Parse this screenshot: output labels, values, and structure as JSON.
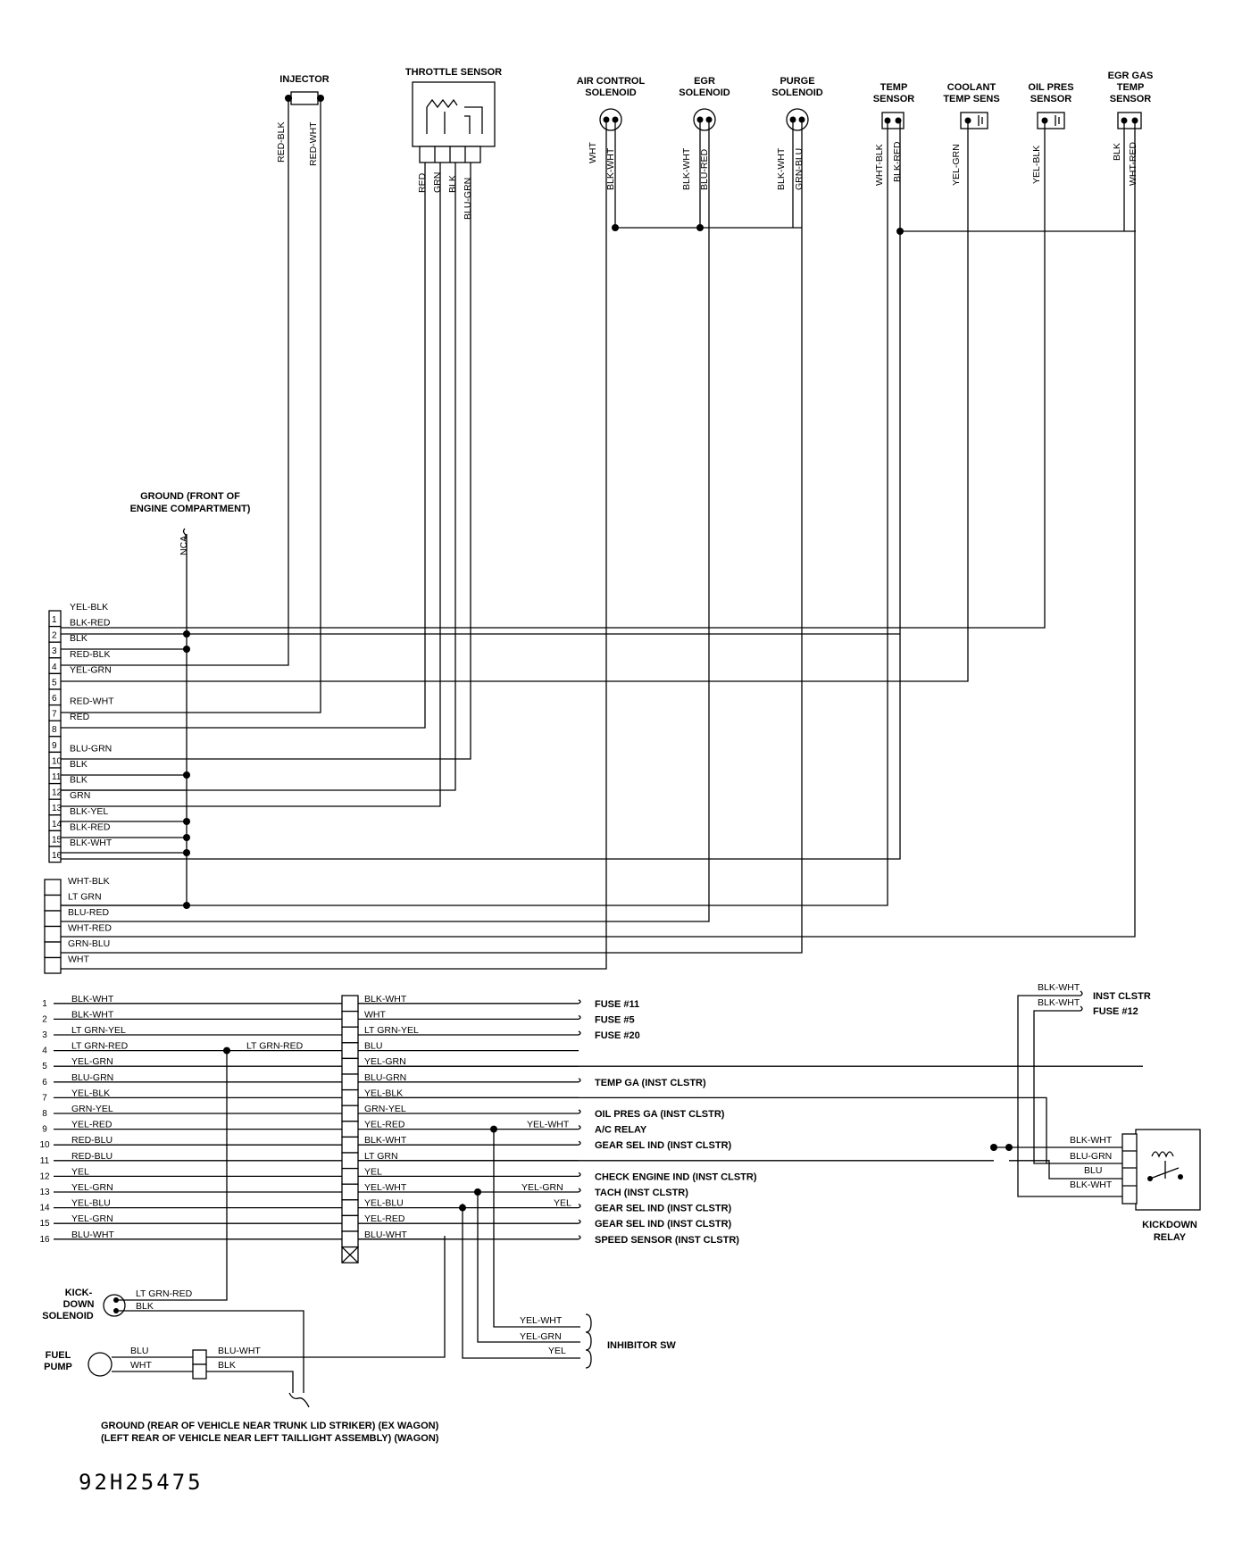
{
  "components": {
    "injector": "INJECTOR",
    "throttle_sensor": "THROTTLE SENSOR",
    "air_control_1": "AIR CONTROL",
    "air_control_2": "SOLENOID",
    "egr_1": "EGR",
    "egr_2": "SOLENOID",
    "purge_1": "PURGE",
    "purge_2": "SOLENOID",
    "temp_1": "TEMP",
    "temp_2": "SENSOR",
    "coolant_1": "COOLANT",
    "coolant_2": "TEMP SENS",
    "oilpres_1": "OIL PRES",
    "oilpres_2": "SENSOR",
    "egrgas_1": "EGR GAS",
    "egrgas_2": "TEMP",
    "egrgas_3": "SENSOR",
    "ground_front_1": "GROUND (FRONT OF",
    "ground_front_2": "ENGINE COMPARTMENT)",
    "nca": "NCA",
    "kickdown_relay_1": "KICKDOWN",
    "kickdown_relay_2": "RELAY",
    "kickdown_sol_1": "KICK-",
    "kickdown_sol_2": "DOWN",
    "kickdown_sol_3": "SOLENOID",
    "fuel_pump_1": "FUEL",
    "fuel_pump_2": "PUMP",
    "inhibitor": "INHIBITOR SW",
    "ground_rear_1": "GROUND (REAR OF VEHICLE NEAR TRUNK LID STRIKER) (EX WAGON)",
    "ground_rear_2": "(LEFT REAR OF VEHICLE NEAR LEFT TAILLIGHT ASSEMBLY) (WAGON)",
    "figure_code": "92H25475"
  },
  "top_wires": {
    "injector": [
      "RED-BLK",
      "RED-WHT"
    ],
    "throttle": [
      "RED",
      "GRN",
      "BLK",
      "BLU-GRN"
    ],
    "air_control": [
      "WHT",
      "BLK-WHT"
    ],
    "egr": [
      "BLK-WHT",
      "BLU-RED"
    ],
    "purge": [
      "BLK-WHT",
      "GRN-BLU"
    ],
    "temp": [
      "WHT-BLK",
      "BLK-RED"
    ],
    "coolant": [
      "YEL-GRN"
    ],
    "oilpres": [
      "YEL-BLK"
    ],
    "egrgas": [
      "BLK",
      "WHT-RED"
    ]
  },
  "connector_a": [
    {
      "pin": "1",
      "wire": "YEL-BLK"
    },
    {
      "pin": "2",
      "wire": "BLK-RED"
    },
    {
      "pin": "3",
      "wire": "BLK"
    },
    {
      "pin": "4",
      "wire": "RED-BLK"
    },
    {
      "pin": "5",
      "wire": "YEL-GRN"
    },
    {
      "pin": "6",
      "wire": ""
    },
    {
      "pin": "7",
      "wire": "RED-WHT"
    },
    {
      "pin": "8",
      "wire": "RED"
    },
    {
      "pin": "9",
      "wire": ""
    },
    {
      "pin": "10",
      "wire": "BLU-GRN"
    },
    {
      "pin": "11",
      "wire": "BLK"
    },
    {
      "pin": "12",
      "wire": "BLK"
    },
    {
      "pin": "13",
      "wire": "GRN"
    },
    {
      "pin": "14",
      "wire": "BLK-YEL"
    },
    {
      "pin": "15",
      "wire": "BLK-RED"
    },
    {
      "pin": "16",
      "wire": "BLK-WHT"
    }
  ],
  "connector_b": [
    "WHT-BLK",
    "LT GRN",
    "BLU-RED",
    "WHT-RED",
    "GRN-BLU",
    "WHT"
  ],
  "connector_c": [
    {
      "pin": "1",
      "left": "BLK-WHT",
      "right": "BLK-WHT",
      "dest": "FUSE #11"
    },
    {
      "pin": "2",
      "left": "BLK-WHT",
      "right": "WHT",
      "dest": "FUSE #5"
    },
    {
      "pin": "3",
      "left": "LT GRN-YEL",
      "right": "LT GRN-YEL",
      "dest": "FUSE #20"
    },
    {
      "pin": "4",
      "left": "LT GRN-RED",
      "mid": "LT GRN-RED",
      "right": "BLU",
      "dest": ""
    },
    {
      "pin": "5",
      "left": "YEL-GRN",
      "right": "YEL-GRN",
      "dest": ""
    },
    {
      "pin": "6",
      "left": "BLU-GRN",
      "right": "BLU-GRN",
      "dest": "TEMP GA (INST CLSTR)"
    },
    {
      "pin": "7",
      "left": "YEL-BLK",
      "right": "YEL-BLK",
      "dest": ""
    },
    {
      "pin": "8",
      "left": "GRN-YEL",
      "right": "GRN-YEL",
      "dest": "OIL PRES GA (INST CLSTR)"
    },
    {
      "pin": "9",
      "left": "YEL-RED",
      "right": "YEL-RED",
      "mid": "YEL-WHT",
      "dest": "A/C RELAY"
    },
    {
      "pin": "10",
      "left": "RED-BLU",
      "right": "BLK-WHT",
      "dest": "GEAR SEL IND (INST CLSTR)"
    },
    {
      "pin": "11",
      "left": "RED-BLU",
      "right": "LT GRN",
      "dest": ""
    },
    {
      "pin": "12",
      "left": "YEL",
      "right": "YEL",
      "dest": "CHECK ENGINE IND (INST CLSTR)"
    },
    {
      "pin": "13",
      "left": "YEL-GRN",
      "right": "YEL-WHT",
      "mid": "YEL-GRN",
      "dest": "TACH (INST CLSTR)"
    },
    {
      "pin": "14",
      "left": "YEL-BLU",
      "right": "YEL-BLU",
      "mid": "YEL",
      "dest": "GEAR SEL IND (INST CLSTR)"
    },
    {
      "pin": "15",
      "left": "YEL-GRN",
      "right": "YEL-RED",
      "dest": "GEAR SEL IND (INST CLSTR)"
    },
    {
      "pin": "16",
      "left": "BLU-WHT",
      "right": "BLU-WHT",
      "dest": "SPEED SENSOR (INST CLSTR)"
    }
  ],
  "relay_wires": {
    "inst_clstr_wire": "BLK-WHT",
    "inst_clstr": "INST CLSTR",
    "fuse12_wire": "BLK-WHT",
    "fuse12": "FUSE #12",
    "pins": [
      "BLK-WHT",
      "BLU-GRN",
      "BLU",
      "BLK-WHT"
    ]
  },
  "inhibitor_wires": [
    "YEL-WHT",
    "YEL-GRN",
    "YEL"
  ],
  "kickdown_sol_wires": [
    "LT GRN-RED",
    "BLK"
  ],
  "fuel_pump_wires": [
    "BLU",
    "WHT",
    "BLU-WHT",
    "BLK"
  ]
}
